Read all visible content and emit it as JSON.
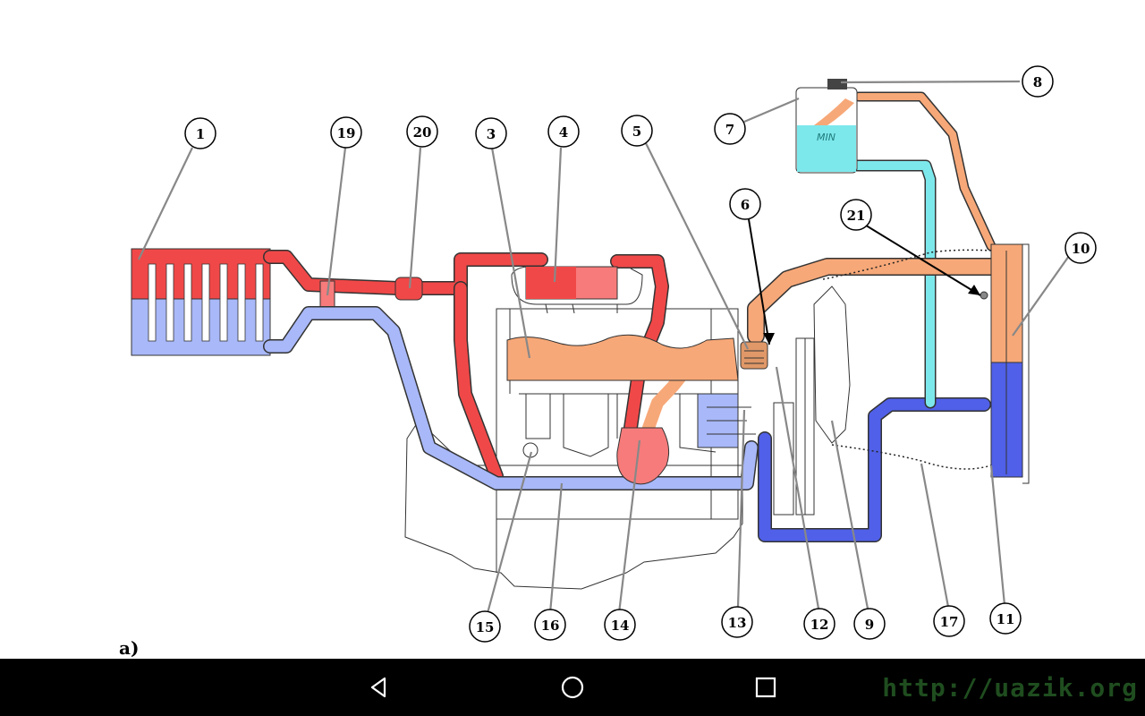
{
  "figure_label": "a)",
  "tank_label": "MIN",
  "callouts": [
    {
      "id": "c1",
      "text": "1"
    },
    {
      "id": "c19",
      "text": "19"
    },
    {
      "id": "c20",
      "text": "20"
    },
    {
      "id": "c3",
      "text": "3"
    },
    {
      "id": "c4",
      "text": "4"
    },
    {
      "id": "c5",
      "text": "5"
    },
    {
      "id": "c7",
      "text": "7"
    },
    {
      "id": "c8",
      "text": "8"
    },
    {
      "id": "c6",
      "text": "6"
    },
    {
      "id": "c21",
      "text": "21"
    },
    {
      "id": "c10",
      "text": "10"
    },
    {
      "id": "c15",
      "text": "15"
    },
    {
      "id": "c16",
      "text": "16"
    },
    {
      "id": "c14",
      "text": "14"
    },
    {
      "id": "c13",
      "text": "13"
    },
    {
      "id": "c12",
      "text": "12"
    },
    {
      "id": "c9",
      "text": "9"
    },
    {
      "id": "c17",
      "text": "17"
    },
    {
      "id": "c11",
      "text": "11"
    }
  ],
  "colors": {
    "hot": "#f04848",
    "hot_light": "#f77b7b",
    "warm": "#f7a878",
    "cold": "#a8b8f8",
    "cold_dark": "#5060e8",
    "tank_fluid": "#7de8ec",
    "leader": "#888888"
  },
  "navigation": {
    "back": "back-icon",
    "home": "home-icon",
    "recents": "recents-icon"
  },
  "watermark": "http://uazik.org"
}
